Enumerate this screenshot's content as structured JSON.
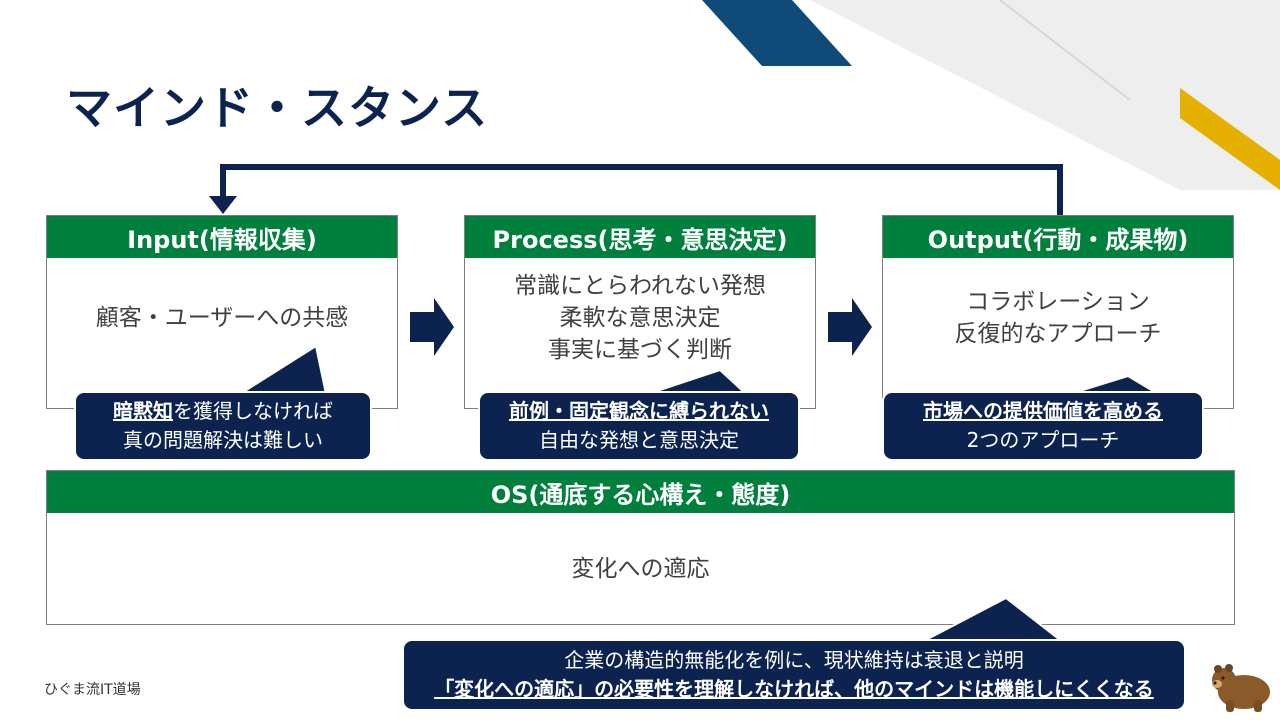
{
  "title": "マインド・スタンス",
  "boxes": [
    {
      "header": "Input(情報収集)",
      "lines": [
        "顧客・ユーザーへの共感"
      ]
    },
    {
      "header": "Process(思考・意思決定)",
      "lines": [
        "常識にとらわれない発想",
        "柔軟な意思決定",
        "事実に基づく判断"
      ]
    },
    {
      "header": "Output(行動・成果物)",
      "lines": [
        "コラボレーション",
        "反復的なアプローチ"
      ]
    }
  ],
  "callouts": [
    {
      "emph": "暗黙知",
      "rest": "を獲得しなければ",
      "line2": "真の問題解決は難しい"
    },
    {
      "emph": "前例・固定観念に縛られない",
      "rest": "",
      "line2": "自由な発想と意思決定"
    },
    {
      "emph": "市場への提供価値を高める",
      "rest": "",
      "line2": "2つのアプローチ"
    }
  ],
  "os_box": {
    "header": "OS(通底する心構え・態度)",
    "body": "変化への適応"
  },
  "bottom_callout": {
    "line1": "企業の構造的無能化を例に、現状維持は衰退と説明",
    "line2": "「変化への適応」の必要性を理解しなければ、他のマインドは機能しにくくなる"
  },
  "brand": "ひぐま流IT道場",
  "colors": {
    "navy": "#0c2350",
    "green": "#007f3d",
    "gold": "#e5b000",
    "blue": "#0f4a78"
  }
}
